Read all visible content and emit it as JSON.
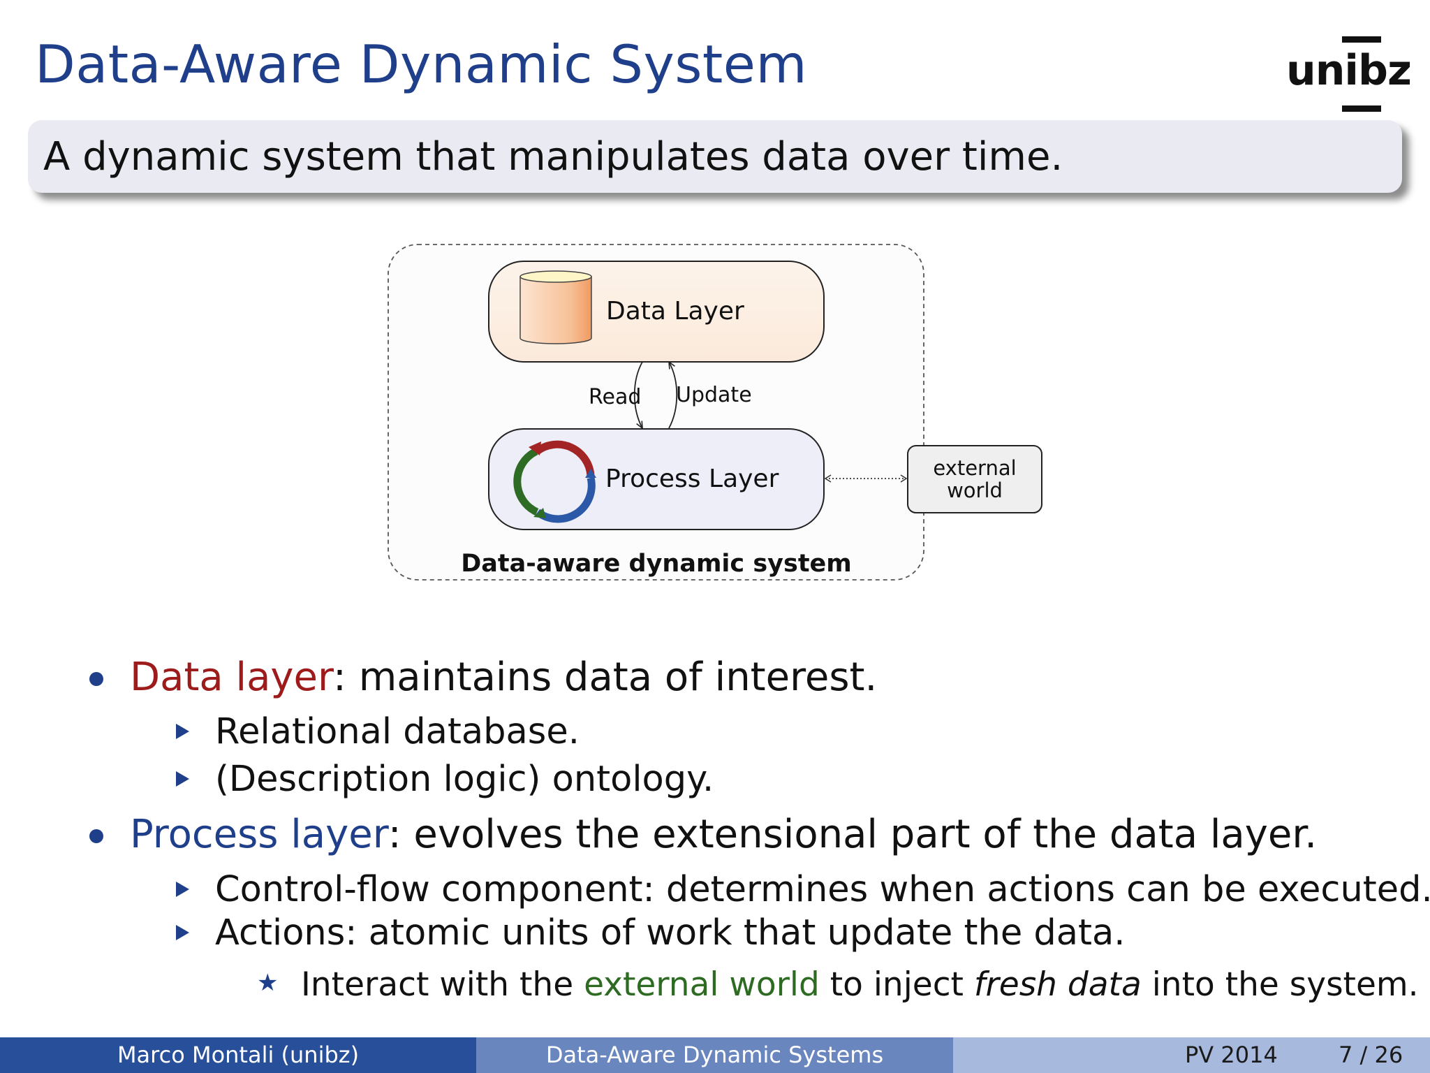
{
  "slide": {
    "title": "Data-Aware Dynamic System",
    "logo": "unibz",
    "definition": "A dynamic system that manipulates data over time."
  },
  "diagram": {
    "data_layer_label": "Data Layer",
    "process_layer_label": "Process Layer",
    "read_label": "Read",
    "update_label": "Update",
    "external_world_line1": "external",
    "external_world_line2": "world",
    "system_label": "Data-aware dynamic system"
  },
  "bullets": {
    "b1_term": "Data layer",
    "b1_rest": ": maintains data of interest.",
    "b1_sub1": "Relational database.",
    "b1_sub2": "(Description logic) ontology.",
    "b2_term": "Process layer",
    "b2_rest": ": evolves the extensional part of the data layer.",
    "b2_sub1": "Control-flow component: determines when actions can be executed.",
    "b2_sub2": "Actions: atomic units of work that update the data.",
    "b2_subsub_pre": "Interact with the ",
    "b2_subsub_link": "external world",
    "b2_subsub_mid": " to inject ",
    "b2_subsub_em": "fresh data",
    "b2_subsub_post": " into the system."
  },
  "footer": {
    "author": "Marco Montali  (unibz)",
    "talk": "Data-Aware Dynamic Systems",
    "venue": "PV 2014",
    "page": "7 / 26"
  },
  "colors": {
    "title_blue": "#1f3f8a",
    "term_red": "#9e1b1b",
    "link_green": "#2d6b22",
    "block_bg": "#e9eaf2"
  }
}
